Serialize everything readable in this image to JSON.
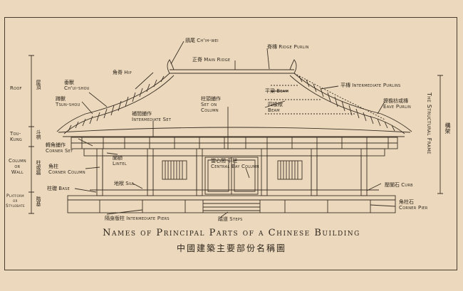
{
  "title_en": "Names of Principal Parts of a Chinese Building",
  "title_zh": "中國建築主要部份名稱圖",
  "labels": {
    "chih_wei_zh": "鴟尾",
    "chih_wei_en": "Ch'ih-wei",
    "main_ridge_zh": "正脊",
    "main_ridge_en": "Main Ridge",
    "ridge_purlin_zh": "脊槫",
    "ridge_purlin_en": "Ridge Purlin",
    "hip_zh": "角脊",
    "hip_en": "Hip",
    "chui_shou_zh": "垂獸",
    "chui_shou_en": "Ch'ui-shou",
    "tsun_shou_zh": "蹲獸",
    "tsun_shou_en": "Tsun-shou",
    "beam_zh": "平梁",
    "beam_en": "Beam",
    "beam2_zh": "四椽栿",
    "beam2_en": "Beam",
    "int_purlins_zh": "平槫",
    "int_purlins_en": "Intermediate Purlins",
    "eave_purlin_zh": "撩檐枋或槫",
    "eave_purlin_en": "Eave Purlin",
    "set_on_column_zh": "柱頭鋪作",
    "set_on_column_en1": "Set on",
    "set_on_column_en2": "Column",
    "int_set_zh": "補間鋪作",
    "int_set_en": "Intermediate Set",
    "corner_set_zh": "轉角鋪作",
    "corner_set_en": "Corner Set",
    "lintel_zh": "闌額",
    "lintel_en": "Lintel",
    "corner_column_zh": "角柱",
    "corner_column_en": "Corner Column",
    "central_bay_zh": "當心間",
    "central_bay_en1": "Central Bay",
    "central_bay_zh2": "平柱",
    "central_bay_en2": "Column",
    "sill_zh": "地栿",
    "sill_en": "Sill",
    "base_zh": "柱礎",
    "base_en": "Base",
    "curb_zh": "壓闌石",
    "curb_en": "Curb",
    "corner_pier_zh": "角柱石",
    "corner_pier_en": "Corner Pier",
    "int_piers_zh": "隔身版柱",
    "int_piers_en": "Intermediate Piers",
    "steps_zh": "踏道",
    "steps_en": "Steps",
    "structural_frame_en": "The Structural Frame",
    "structural_frame_zh": "構架",
    "roof_en": "Roof",
    "roof_zh": "屋頂",
    "tou_kung_en1": "Tou-",
    "tou_kung_en2": "Kung",
    "tou_kung_zh": "斗栱",
    "col_wall_en1": "Column",
    "col_wall_en2": "or",
    "col_wall_en3": "Wall",
    "col_wall_zh": "柱或牆",
    "platform_en1": "Platform",
    "platform_en2": "or",
    "platform_en3": "Stylobate",
    "platform_zh": "階基"
  },
  "colors": {
    "paper": "#ecd9bd",
    "ink": "#2e261d"
  }
}
